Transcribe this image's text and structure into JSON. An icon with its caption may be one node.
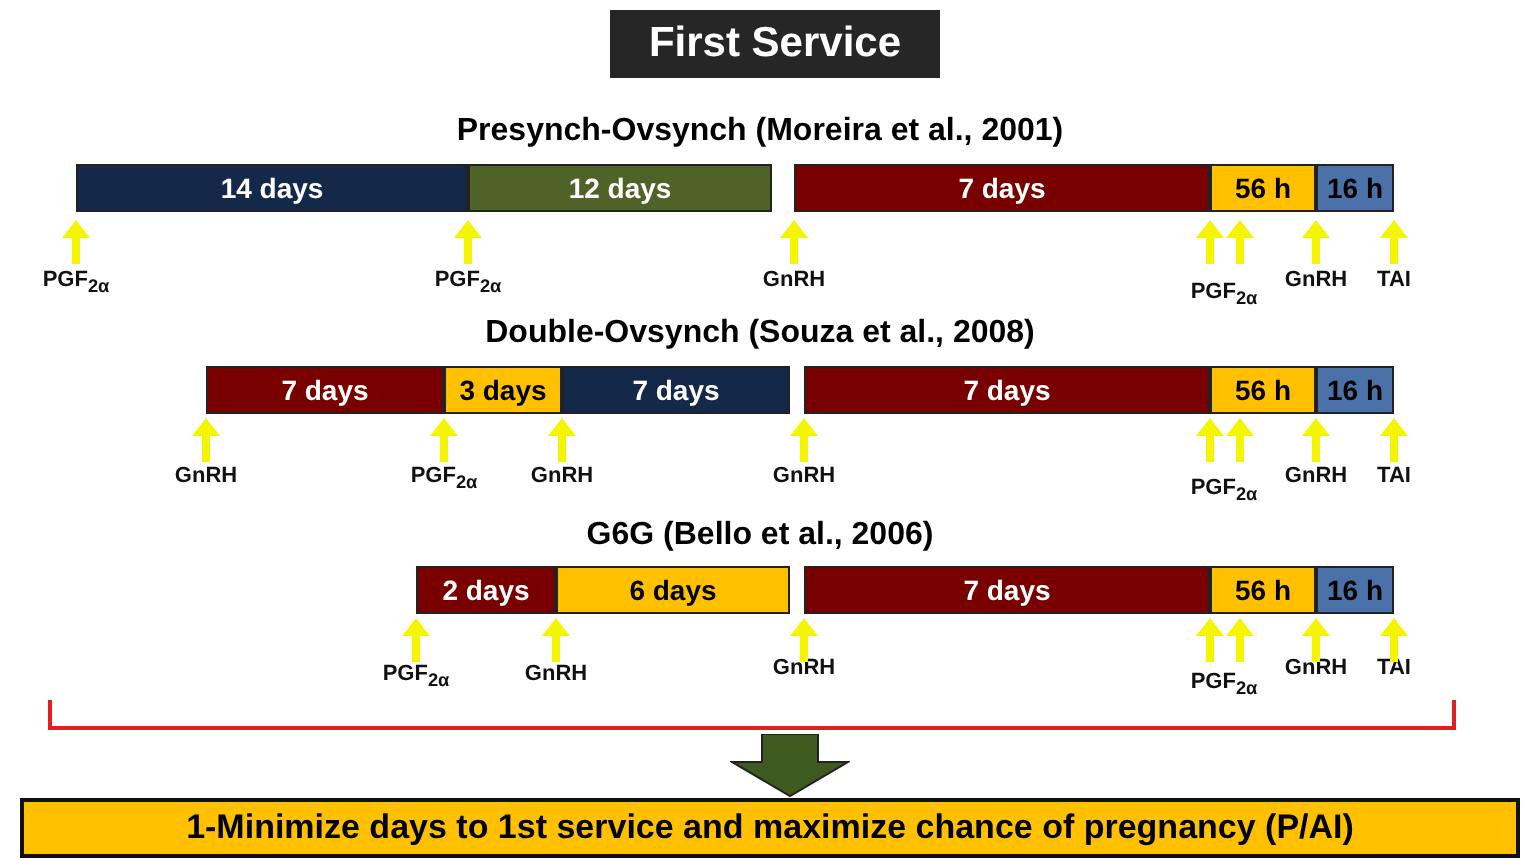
{
  "diagram": {
    "title": "First Service",
    "nodes": [
      {
        "text": [
          "14 days"
        ]
      },
      {
        "text": [
          "12 days"
        ]
      },
      {
        "text": [
          "7 days"
        ]
      },
      {
        "text": [
          "56 h"
        ]
      },
      {
        "text": [
          "16 h"
        ]
      },
      {
        "text": [
          "7 days"
        ]
      },
      {
        "text": [
          "3 days"
        ]
      },
      {
        "text": [
          "7 days"
        ]
      },
      {
        "text": [
          "7 days"
        ]
      },
      {
        "text": [
          "56 h"
        ]
      },
      {
        "text": [
          "16 h"
        ]
      },
      {
        "text": [
          "2 days"
        ]
      },
      {
        "text": [
          "6 days"
        ]
      },
      {
        "text": [
          "7 days"
        ]
      },
      {
        "text": [
          "56 h"
        ]
      },
      {
        "text": [
          "16 h"
        ]
      },
      {
        "text": [
          "1-Minimize days to 1st service and maximize chance of pregnancy (P/AI)"
        ]
      }
    ],
    "labels": [
      "Presynch-Ovsynch (Moreira et al., 2001)",
      "PGF$_{2α}$",
      "PGF$_{2α}$",
      "GnRH",
      "PGF$_{2α}$",
      "GnRH",
      "TAI",
      "Double-Ovsynch (Souza et al., 2008)",
      "GnRH",
      "PGF$_{2α}$",
      "GnRH",
      "GnRH",
      "PGF$_{2α}$",
      "GnRH",
      "TAI",
      "G6G (Bello et al., 2006)",
      "PGF$_{2α}$",
      "GnRH",
      "GnRH",
      "PGF$_{2α}$",
      "GnRH",
      "TAI"
    ]
  }
}
